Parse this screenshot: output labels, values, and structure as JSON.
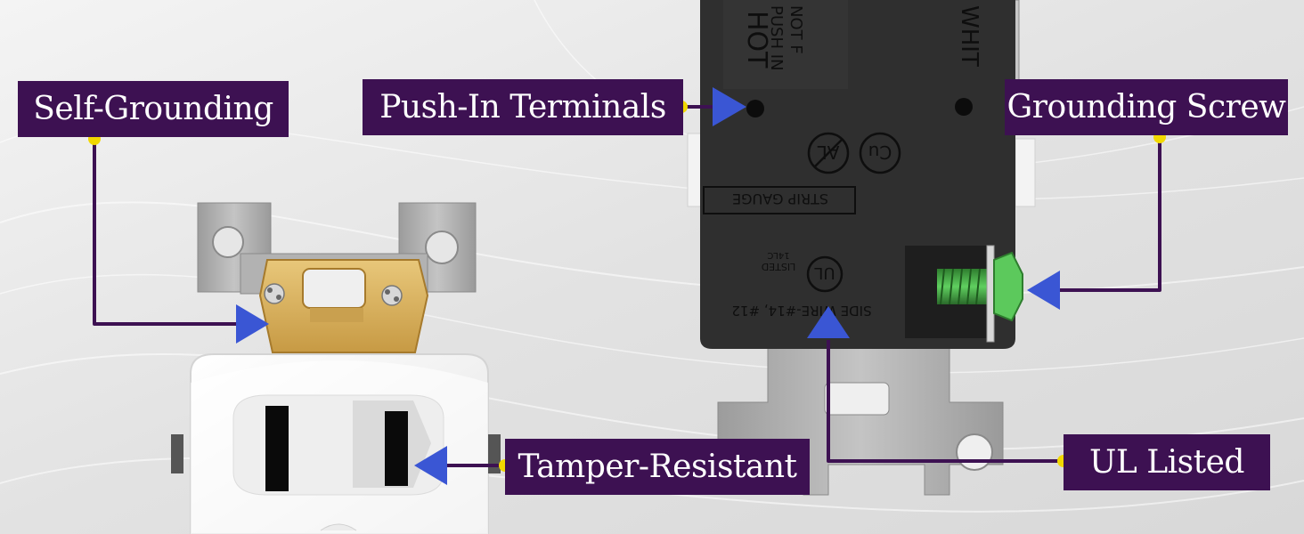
{
  "callouts": {
    "self_grounding": "Self-Grounding",
    "push_in_terminals": "Push-In Terminals",
    "grounding_screw": "Grounding Screw",
    "tamper_resistant": "Tamper-Resistant",
    "ul_listed": "UL Listed"
  },
  "receptacle_markings": {
    "hot": "HOT",
    "push_in": "PUSH IN",
    "not_for": "NOT F",
    "white": "WHIT",
    "al": "AL",
    "cu": "Cu",
    "strip_gauge": "STRIP GAUGE",
    "ul": "UL",
    "listed": "LISTED",
    "listed_code": "14LC",
    "side_wire": "SIDE WIRE-#14, #12"
  },
  "colors": {
    "callout_bg": "#3d1152",
    "callout_text": "#ffffff",
    "leader_line": "#3d1152",
    "arrow": "#3a56d4",
    "dot": "#f2d800",
    "brass": "#d9b35c",
    "body_black": "#2e2e2e",
    "steel": "#a9a9a9",
    "ground_screw": "#4cbb4c"
  }
}
